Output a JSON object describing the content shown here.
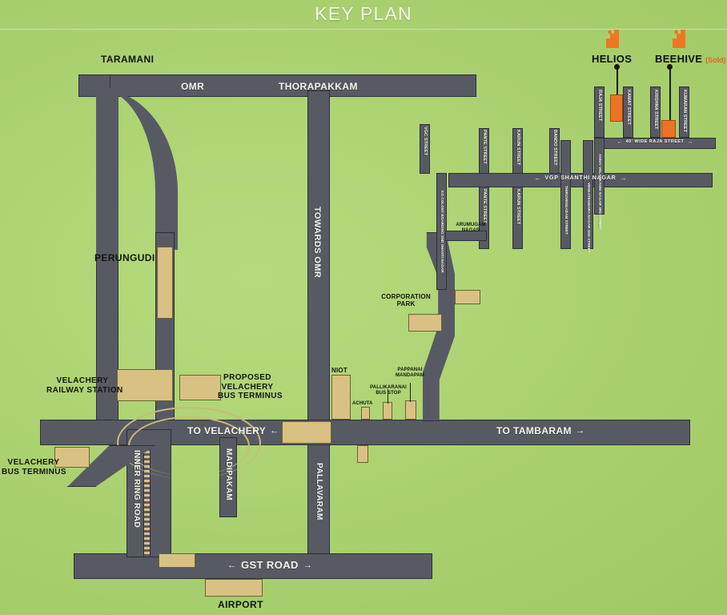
{
  "title": "KEY PLAN",
  "theme": {
    "background_green": "#a9d170",
    "road_gray": "#585a63",
    "road_outline": "#2e3038",
    "plot_tan": "#d9c183",
    "highlight_orange": "#ec7224",
    "label_dark": "#14160f",
    "label_light": "#f0f4e4",
    "sold_orange": "#e2631a"
  },
  "brands": [
    {
      "name": "HELIOS",
      "status": "",
      "icon": "map-pin-logo"
    },
    {
      "name": "BEEHIVE",
      "status": "(Sold)",
      "icon": "map-pin-logo"
    }
  ],
  "major_roads": [
    {
      "label": "OMR"
    },
    {
      "label": "THORAPAKKAM"
    },
    {
      "label": "TOWARDS OMR"
    },
    {
      "label": "GST ROAD"
    },
    {
      "label": "INNER RING ROAD"
    },
    {
      "label": "MADIPAKAM"
    },
    {
      "label": "PALLAVARAM"
    },
    {
      "label": "40' WIDE RAJA STREET"
    },
    {
      "label": "VGP SHANTHI NAGAR"
    }
  ],
  "directions": [
    {
      "label": "TO VELACHERY",
      "arrow": "←"
    },
    {
      "label": "TO TAMBARAM",
      "arrow": "→"
    }
  ],
  "places": [
    {
      "label": "TARAMANI"
    },
    {
      "label": "PERUNGUDI"
    },
    {
      "label": "VELACHERY\nRAILWAY STATION"
    },
    {
      "label": "PROPOSED\nVELACHERY\nBUS TERMINUS"
    },
    {
      "label": "VELACHERY\nBUS TERMINUS"
    },
    {
      "label": "CORPORATION\nPARK"
    },
    {
      "label": "NIOT"
    },
    {
      "label": "PAPPANAI\nMANDAPAM"
    },
    {
      "label": "PALLIKARANAI\nBUS STOP"
    },
    {
      "label": "ACHUTA"
    },
    {
      "label": "ARUMUGAM\nNAGAR"
    },
    {
      "label": "AIRPORT"
    }
  ],
  "place_labels": {
    "taramani": "TARAMANI",
    "perungudi": "PERUNGUDI",
    "velachery_railway_station": "VELACHERY\nRAILWAY STATION",
    "proposed_velachery_bus_terminus": "PROPOSED\nVELACHERY\nBUS TERMINUS",
    "velachery_bus_terminus": "VELACHERY\nBUS TERMINUS",
    "corporation_park": "CORPORATION\nPARK",
    "niot": "NIOT",
    "pappanai_mandapam": "PAPPANAI\nMANDAPAM",
    "pallikaranai_bus_stop": "PALLIKARANAI\nBUS STOP",
    "achuta": "ACHUTA",
    "arumugam_nagar": "ARUMUGAM\nNAGAR",
    "airport": "AIRPORT"
  },
  "road_labels": {
    "omr": "OMR",
    "thorapakkam": "THORAPAKKAM",
    "towards_omr": "TOWARDS OMR",
    "gst_road": "GST ROAD",
    "inner_ring_road": "INNER RING ROAD",
    "madipakam": "MADIPAKAM",
    "pallavaram": "PALLAVARAM",
    "raja_street": "40' WIDE RAJA STREET",
    "vgp_shanthi_nagar": "VGP SHANTHI NAGAR",
    "to_velachery": "TO VELACHERY",
    "to_tambaram": "TO TAMBARAM"
  },
  "side_streets": [
    {
      "label": "VGC STREET"
    },
    {
      "label": "PANTE STREET"
    },
    {
      "label": "PANTE STREET"
    },
    {
      "label": "KARUN STREET"
    },
    {
      "label": "KARUN STREET"
    },
    {
      "label": "BANDO STREET"
    },
    {
      "label": "THIRUVENGADAM STREET"
    },
    {
      "label": "VENKATESWARA NAGAR 2ND STREET"
    },
    {
      "label": "KG COLONY BOARDING 2ND SHANTI NAGAR"
    },
    {
      "label": "RAJA STREET"
    },
    {
      "label": "KAMAT STREET"
    },
    {
      "label": "KRISHNA STREET"
    },
    {
      "label": "KUMARAN STREET"
    },
    {
      "label": "ANNAI VELANKANNI NAGAR 3RD STREET"
    }
  ],
  "arrows": {
    "left": "←",
    "right": "→"
  }
}
